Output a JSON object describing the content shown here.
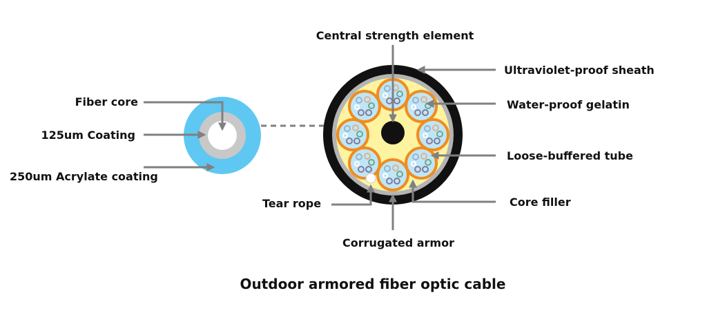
{
  "title": "Outdoor armored fiber optic cable",
  "fiber_labels": {
    "fiber_core": "Fiber core",
    "coating_125": "125um Coating",
    "acrylate_250": "250um Acrylate coating"
  },
  "cable_labels": {
    "central_strength": "Central strength element",
    "uv_sheath": "Ultraviolet-proof sheath",
    "water_gelatin": "Water-proof gelatin",
    "loose_tube": "Loose-buffered tube",
    "core_filler": "Core filler",
    "tear_rope": "Tear rope",
    "corrugated_armor": "Corrugated armor"
  },
  "colors": {
    "acrylate_blue": "#5ec8f2",
    "coating_gray": "#c8c8c8",
    "core_white": "#ffffff",
    "sheath_black": "#111111",
    "armor_gray": "#b4b4b4",
    "filler_yellow": "#fdf3a0",
    "tube_orange": "#f08c1e",
    "gel_blue": "#bfe6f7",
    "leader_gray": "#808080"
  },
  "tube_count": 8,
  "fiber_ring_colors": [
    "#9ab3c9",
    "#e0b090",
    "#6aaa8a",
    "#ffffff",
    "#8a7a9a",
    "#7a7a9a"
  ]
}
